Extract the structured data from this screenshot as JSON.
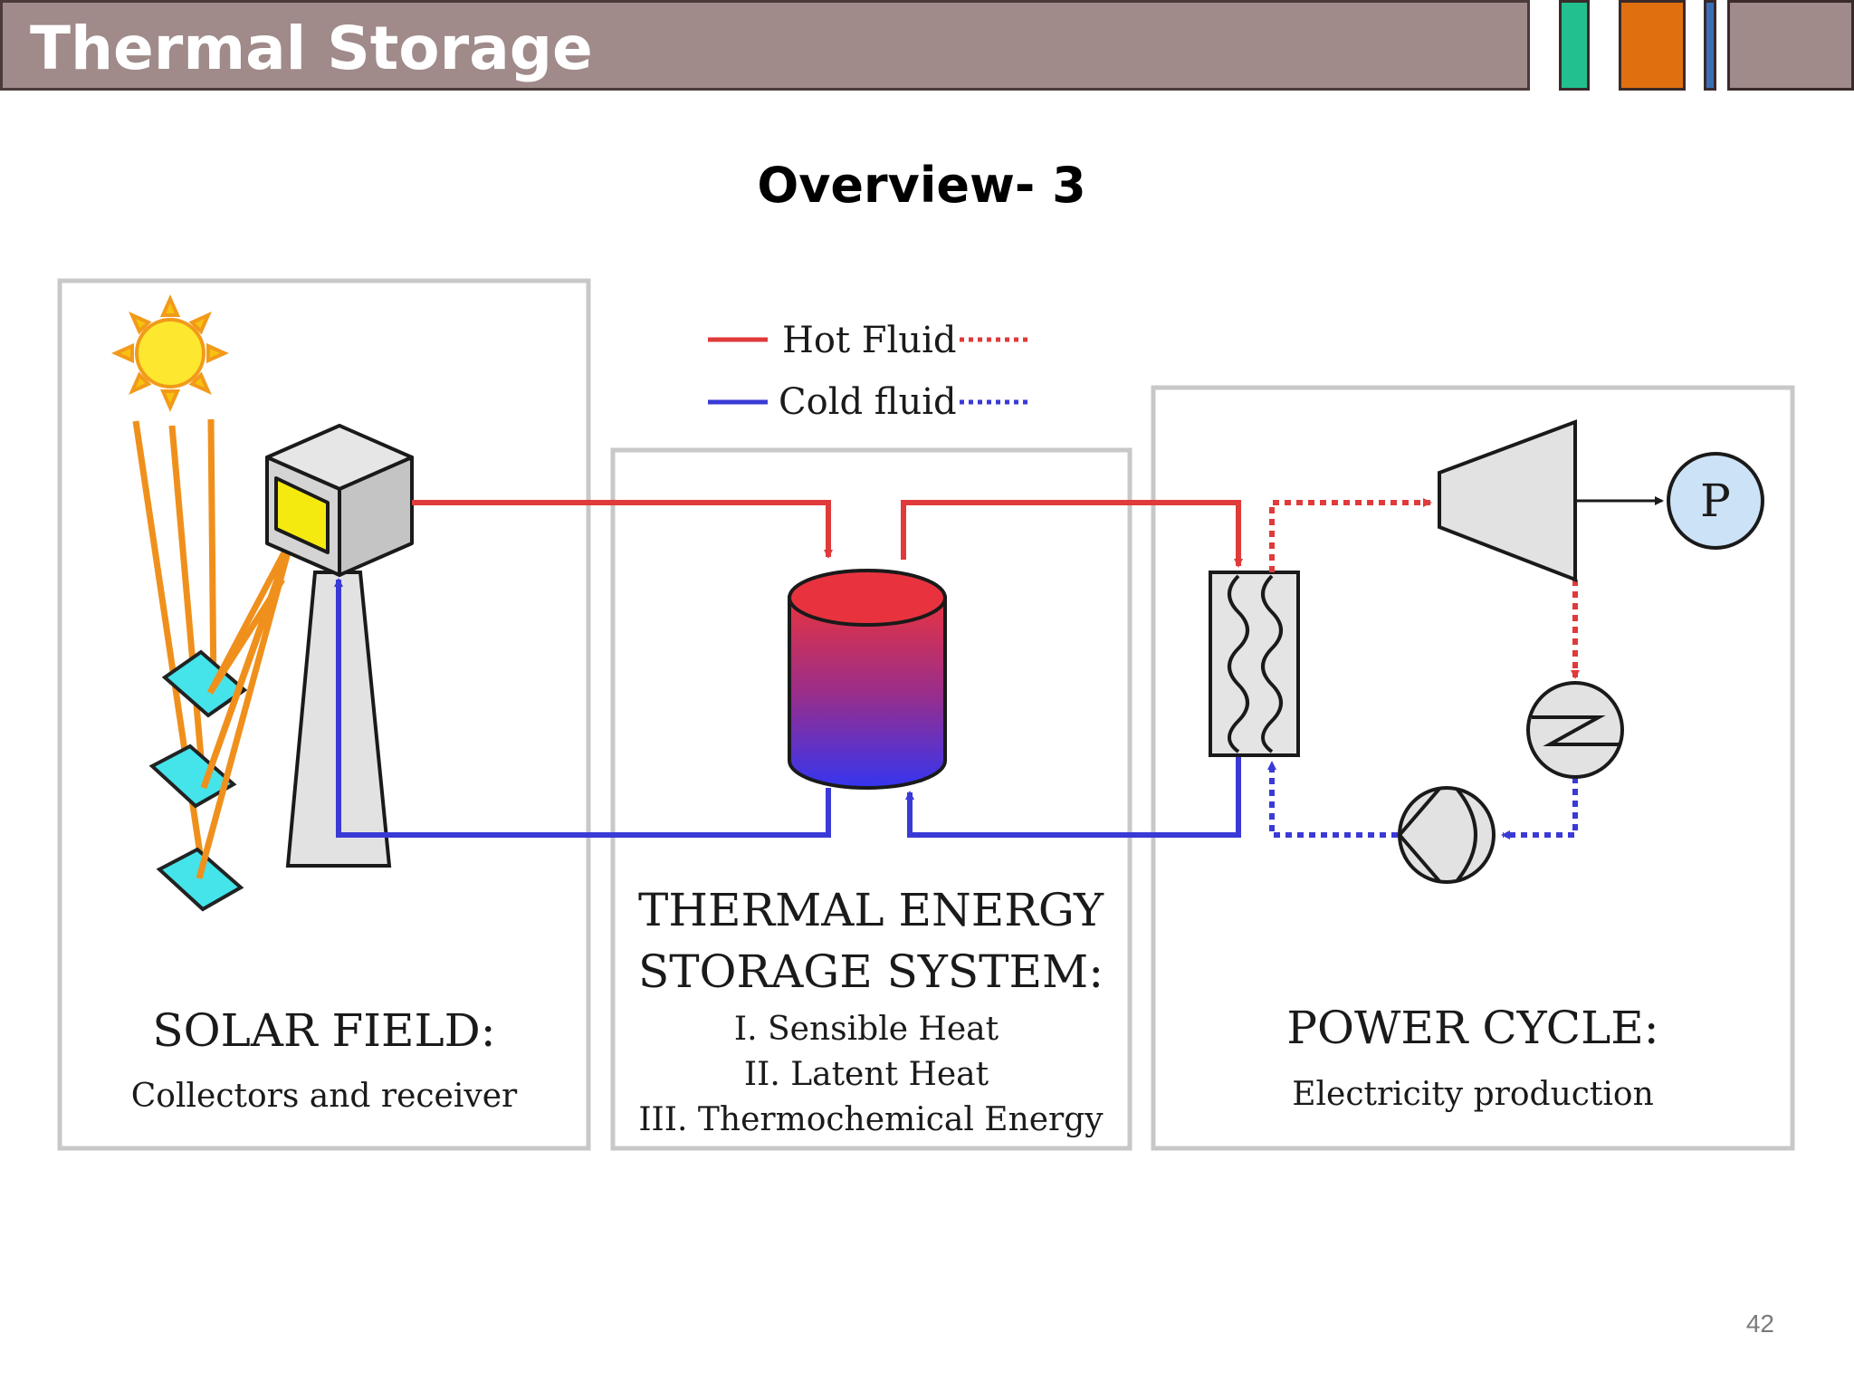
{
  "header": {
    "title": "Thermal Storage",
    "colors": {
      "bar": "#a08a8a",
      "teal": "#22c08f",
      "orange": "#e0700f",
      "blue": "#3b6fb5"
    }
  },
  "slide": {
    "subtitle": "Overview- 3",
    "page_number": "42"
  },
  "legend": {
    "hot": "Hot Fluid",
    "cold": "Cold fluid",
    "hot_color": "#e03a3a",
    "cold_color": "#3a3ad6"
  },
  "solar_field": {
    "title": "SOLAR FIELD:",
    "subtitle": "Collectors and receiver"
  },
  "storage": {
    "title_line1": "THERMAL ENERGY",
    "title_line2": "STORAGE SYSTEM:",
    "items": [
      "I. Sensible Heat",
      "II. Latent Heat",
      "III. Thermochemical Energy"
    ]
  },
  "power_cycle": {
    "title": "POWER CYCLE:",
    "subtitle": "Electricity production",
    "generator_label": "P"
  }
}
